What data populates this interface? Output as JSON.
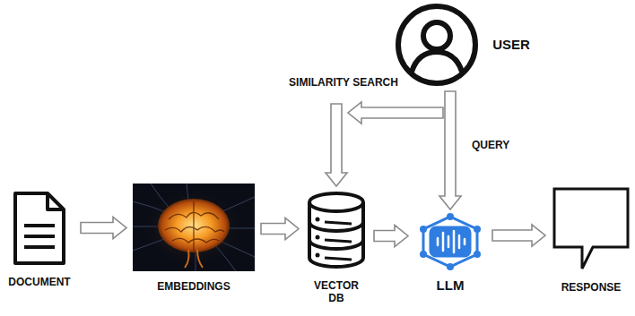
{
  "diagram": {
    "nodes": [
      {
        "text": [
          "USER"
        ]
      },
      {
        "text": [
          "DOCUMENT"
        ]
      },
      {
        "text": [
          "EMBEDDINGS"
        ]
      },
      {
        "text": [
          "VECTOR DB"
        ]
      },
      {
        "text": [
          "LLM"
        ]
      },
      {
        "text": [
          "RESPONSE"
        ]
      }
    ],
    "edges": [
      {
        "from": 1,
        "to": 2,
        "arrow": "to"
      },
      {
        "from": 2,
        "to": 3,
        "arrow": "to"
      },
      {
        "from": 3,
        "to": 4,
        "arrow": "to"
      },
      {
        "from": 4,
        "to": 5,
        "arrow": "to"
      },
      {
        "from": 0,
        "to": 4,
        "label": "QUERY",
        "arrow": "to"
      },
      {
        "from": 0,
        "to": 3,
        "label": "SIMILARITY SEARCH",
        "arrow": "to"
      }
    ]
  }
}
